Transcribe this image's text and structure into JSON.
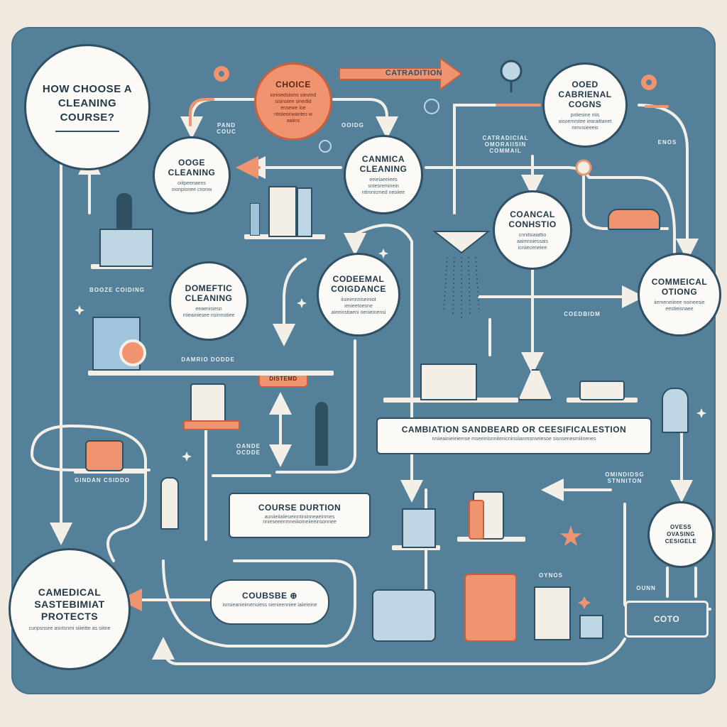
{
  "nodes": {
    "how_choose": {
      "title": "HOW CHOOSE A CLEANING COURSE?"
    },
    "choice": {
      "title": "CHOICE",
      "subtitle": "ionisedsiions sieutnd sisinstee sinedid ensewe loe ntstieonwantes w aaiins"
    },
    "ooge_cleaning": {
      "title": "OOGE CLEANING",
      "subtitle": "oiitpeenaens oionpionee cnonw"
    },
    "canmica_cleaning": {
      "title": "CANMICA CLEANING",
      "subtitle": "eeieiaeeiees sntesreminein ntimnicmed neoiiee"
    },
    "ooed_cabrienal": {
      "title": "OOED CABRIENAL COGNS",
      "subtitle": "pntiesine ntis aisoemrstee iearaittanet mmnsieeeis"
    },
    "coancal": {
      "title": "COANCAL CONHSTIO",
      "subtitle": "cnnitsiaiattio aaimnsiessais icniieceneiee"
    },
    "domestic": {
      "title": "DOMEFTIC CLEANING",
      "subtitle": "eeaenisiesn ntieainiesee nsimnstiee"
    },
    "comedal": {
      "title": "CODEEMAL COIGDANCE",
      "subtitle": "iisieimnnisemiot ienieetoesne aieeinstiaeni neniemensi"
    },
    "commercial": {
      "title": "COMMEICAL OTIONG",
      "subtitle": "iiemeneiieee noineesie eestieisnaee"
    },
    "camedical": {
      "title": "CAMEDICAL SASTEBIMIAT PROTECTS",
      "subtitle": "cunpsnsee asntsnmi siiieitte as siitne"
    },
    "ovess": {
      "title": "OVESS OVASING CESIGELE"
    }
  },
  "boxes": {
    "catradition": "CATRADITION",
    "combination": {
      "title": "CAMBIATION SANDBEARD OR CEESIFICALESTION",
      "subtitle": "nniieainieieiemse mseeinisnnitenicninsiianmsnseiesoe sisnsenesmiiinenes"
    },
    "course_duration": {
      "title": "COURSE DURTION",
      "subtitle": "auniieiiaiieueinntiniinneaeinmes nnieseeenmneiiiomeiieeinsonnee"
    },
    "coubere": {
      "title": "COUBSBE ⊕",
      "subtitle": "isnsieanieimenuiess sienieenniee iaiieieine"
    },
    "coto": "COTO",
    "distemd": "DISTEMD"
  },
  "labels": {
    "pand_couc": "PAND COUC",
    "ooidg": "OOIDG",
    "catriculal": "CATRADICIAL OMORAIISIN COMMAIL",
    "ngs": "ENOS",
    "booze_coiding": "BOOZE COIDING",
    "coedbidm": "COEDBIDM",
    "dansio_dodde": "DAMRIO DODDE",
    "oande_ocdde": "OANDE OCDDE",
    "gndan": "GINDAN CSIDDO",
    "omdidsg": "OMINDIDSG STNNITON",
    "ounn": "OUNN",
    "oynos": "OYNOS"
  },
  "colors": {
    "board": "#55809a",
    "accent": "#f0946f",
    "line": "#f3efe6",
    "ink": "#2f4f63"
  }
}
